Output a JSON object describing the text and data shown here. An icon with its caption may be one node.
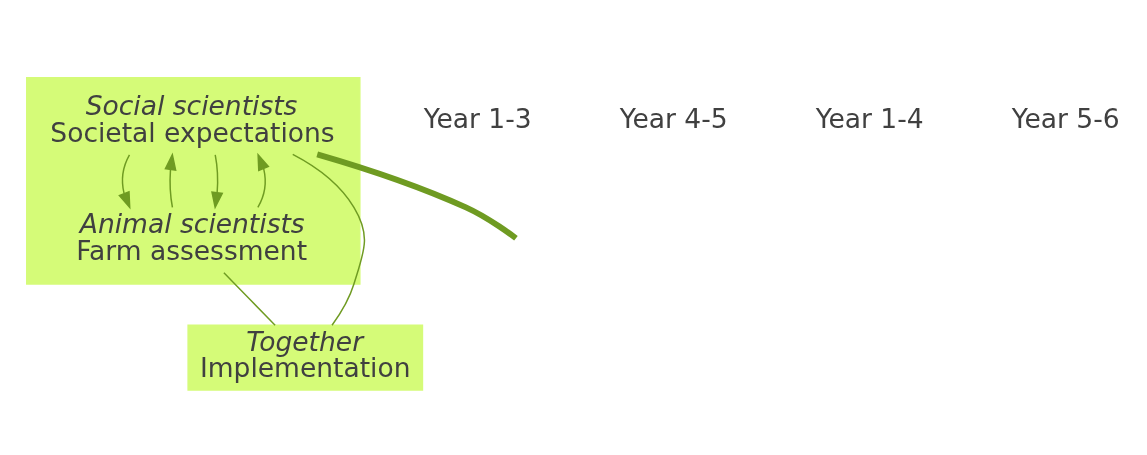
{
  "diagram": {
    "nodes": [
      {
        "text": [],
        "shape": "box"
      },
      {
        "text": [
          "Social scientists",
          "Societal expectations"
        ],
        "in": 0
      },
      {
        "text": [
          "Animal scientists",
          "Farm assessment"
        ],
        "in": 0
      },
      {
        "text": [
          "Together",
          "Implementation"
        ]
      }
    ],
    "edges": [
      {
        "from": 1,
        "to": 2,
        "arrow": "to"
      },
      {
        "from": 2,
        "to": 1,
        "arrow": "to"
      },
      {
        "from": 1,
        "to": 2,
        "arrow": "to"
      },
      {
        "from": 2,
        "to": 1,
        "arrow": "to"
      },
      {
        "from": 1,
        "to": 3,
        "arrow": "none"
      },
      {
        "from": 2,
        "to": 3,
        "arrow": "none"
      },
      {
        "from": 1,
        "to": null,
        "arrow": "none",
        "style": "thick"
      }
    ],
    "labels": [
      "Year 1-3",
      "Year 4-5",
      "Year 1-4",
      "Year 5-6"
    ]
  }
}
